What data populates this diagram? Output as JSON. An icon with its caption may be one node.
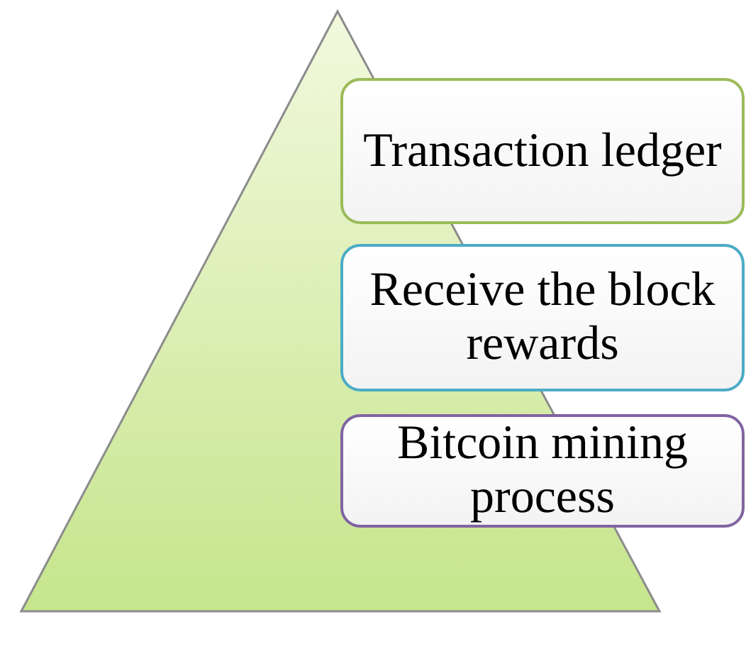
{
  "diagram": {
    "nodes": [
      {
        "text": [
          "Transaction ledger"
        ]
      },
      {
        "text": [
          "Receive the block rewards"
        ]
      },
      {
        "text": [
          "Bitcoin mining process"
        ]
      }
    ]
  }
}
